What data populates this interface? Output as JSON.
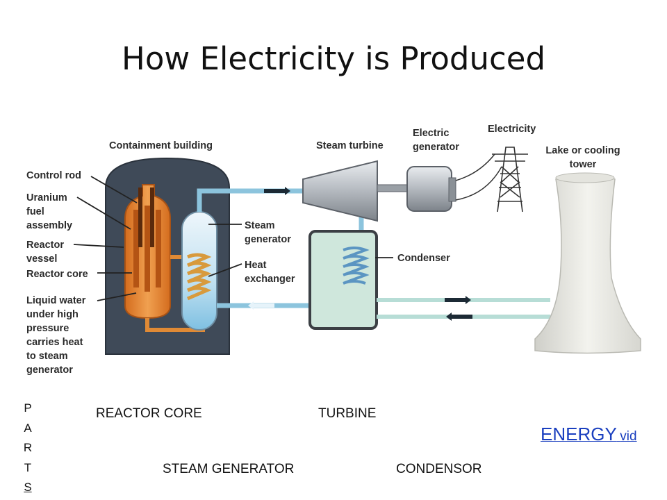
{
  "title": "How Electricity is Produced",
  "diagram": {
    "labels": {
      "containment_building": "Containment building",
      "control_rod": "Control rod",
      "uranium_fuel": [
        "Uranium",
        "fuel",
        "assembly"
      ],
      "reactor_vessel": [
        "Reactor",
        "vessel"
      ],
      "reactor_core": "Reactor core",
      "liquid_water": [
        "Liquid water",
        "under high",
        "pressure",
        "carries heat",
        "to steam",
        "generator"
      ],
      "steam_turbine": "Steam turbine",
      "electric_generator": [
        "Electric",
        "generator"
      ],
      "electricity": "Electricity",
      "lake_tower": [
        "Lake or cooling",
        "tower"
      ],
      "steam_generator": [
        "Steam",
        "generator"
      ],
      "heat_exchanger": [
        "Heat",
        "exchanger"
      ],
      "condenser": "Condenser"
    },
    "colors": {
      "building": "#3f4a58",
      "vessel": "#e8842c",
      "pipe": "#8cc4dd",
      "condenser_fill": "#cfe7dc",
      "coil": "#d89a3c"
    }
  },
  "parts": {
    "vertical": [
      "P",
      "A",
      "R",
      "T",
      "S"
    ],
    "reactor_core": "REACTOR CORE",
    "turbine": "TURBINE",
    "steam_generator": "STEAM GENERATOR",
    "condensor": "CONDENSOR"
  },
  "link": {
    "main": "ENERGY",
    "suffix": "vid"
  }
}
